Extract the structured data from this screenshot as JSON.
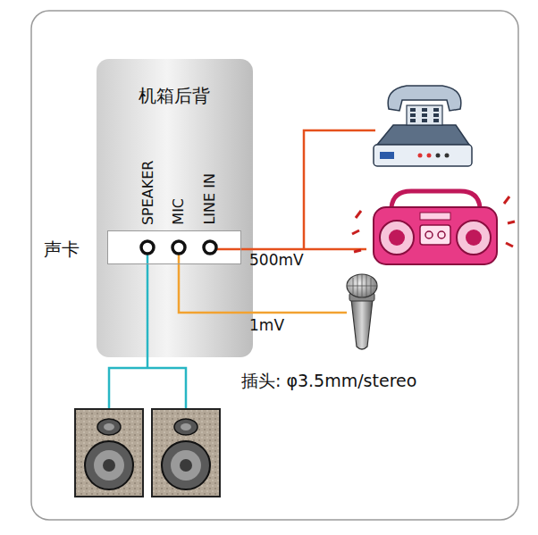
{
  "diagram": {
    "nodes": [
      {
        "text": [
          "机箱后背"
        ]
      },
      {
        "text": [
          "声卡"
        ],
        "in": 0
      }
    ],
    "labels": [
      "SPEAKER",
      "MIC",
      "LINE IN",
      "500mV",
      "1mV",
      "插头: φ3.5mm/stereo"
    ]
  }
}
